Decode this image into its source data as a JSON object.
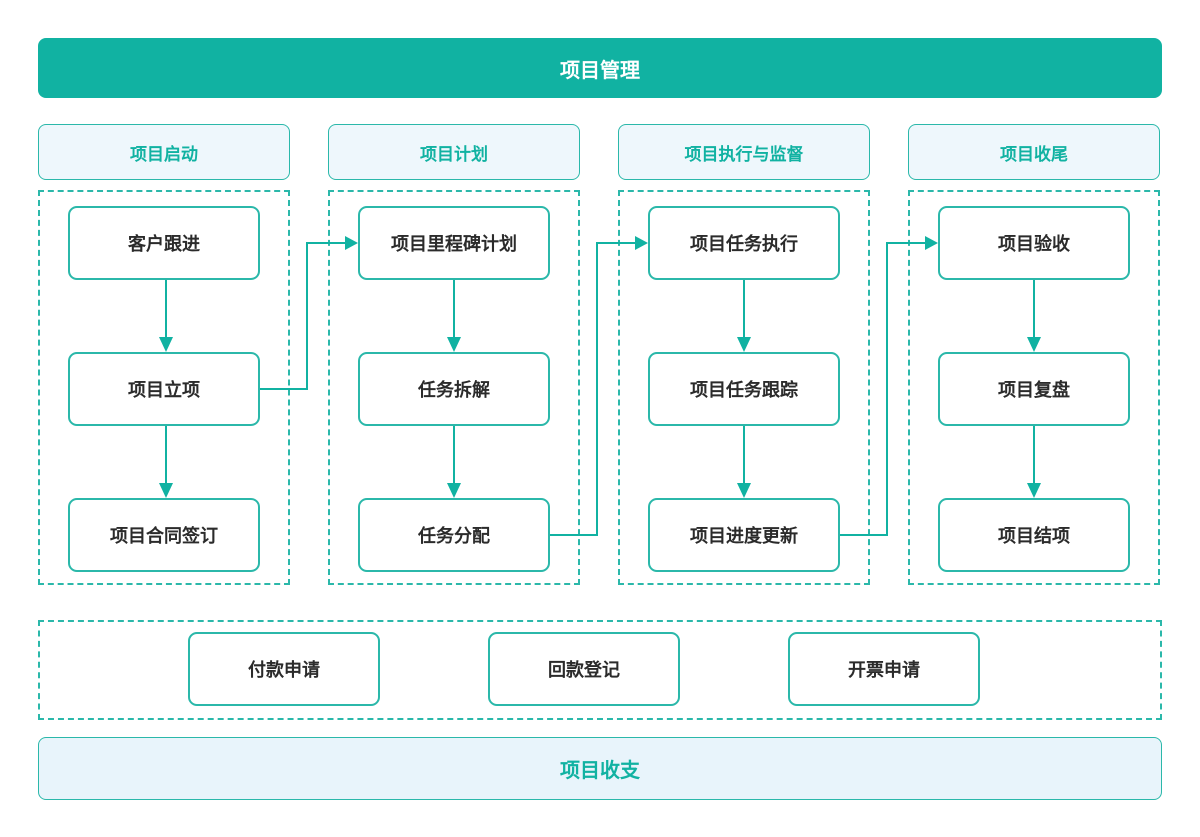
{
  "colors": {
    "teal": "#11b2a2",
    "teal_border": "#2bb8aa",
    "header_bg": "#eef7fc",
    "banner_bg": "#e8f4fb",
    "text": "#2b2b2b"
  },
  "title_banner": {
    "label": "项目管理"
  },
  "columns": [
    {
      "header": "项目启动",
      "nodes": [
        {
          "label": "客户跟进"
        },
        {
          "label": "项目立项"
        },
        {
          "label": "项目合同签订"
        }
      ]
    },
    {
      "header": "项目计划",
      "nodes": [
        {
          "label": "项目里程碑计划"
        },
        {
          "label": "任务拆解"
        },
        {
          "label": "任务分配"
        }
      ]
    },
    {
      "header": "项目执行与监督",
      "nodes": [
        {
          "label": "项目任务执行"
        },
        {
          "label": "项目任务跟踪"
        },
        {
          "label": "项目进度更新"
        }
      ]
    },
    {
      "header": "项目收尾",
      "nodes": [
        {
          "label": "项目验收"
        },
        {
          "label": "项目复盘"
        },
        {
          "label": "项目结项"
        }
      ]
    }
  ],
  "finance_row": {
    "items": [
      {
        "label": "付款申请"
      },
      {
        "label": "回款登记"
      },
      {
        "label": "开票申请"
      }
    ]
  },
  "footer_banner": {
    "label": "项目收支"
  }
}
